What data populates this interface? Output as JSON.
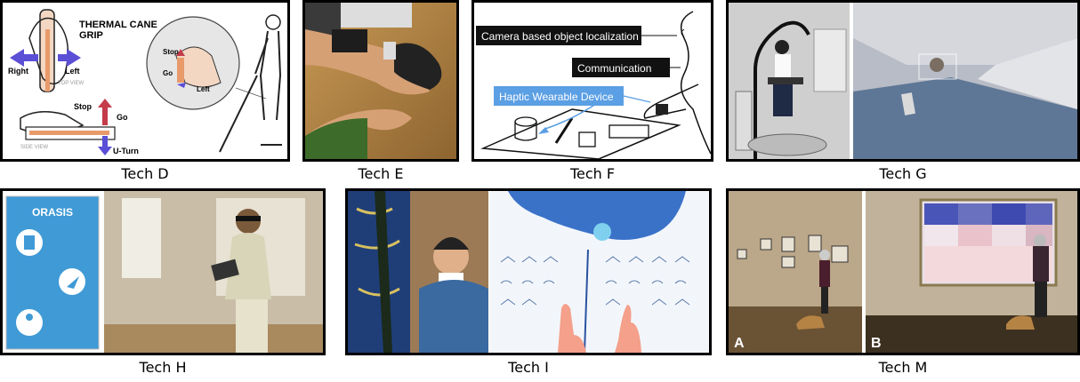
{
  "captions": {
    "d": "Tech D",
    "e": "Tech E",
    "f": "Tech F",
    "g": "Tech G",
    "h": "Tech H",
    "i": "Tech I",
    "m": "Tech M"
  },
  "tech_d": {
    "title_line1": "THERMAL CANE",
    "title_line2": "GRIP",
    "right": "Right",
    "left": "Left",
    "top_view": "TOP VIEW",
    "stop": "Stop",
    "go": "Go",
    "side_view": "SIDE VIEW",
    "u_turn": "U-Turn",
    "zoom_stop": "Stop",
    "zoom_go": "Go",
    "zoom_left": "Left"
  },
  "tech_f": {
    "camera_label": "Camera based object localization",
    "communication_label": "Communication",
    "haptic_label": "Haptic Wearable Device"
  },
  "tech_h": {
    "app_title": "ORASIS"
  },
  "tech_m": {
    "label_a": "A",
    "label_b": "B"
  }
}
